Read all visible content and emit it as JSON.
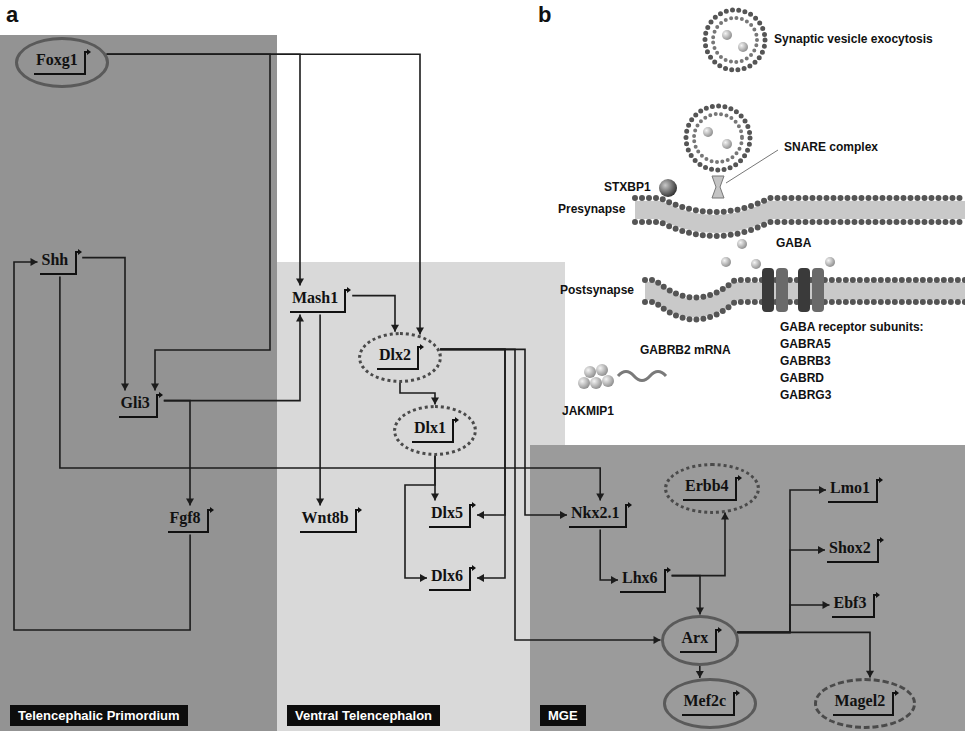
{
  "diagram": {
    "nodes": [
      {
        "text": [
          "Telencephalic Primordium"
        ]
      },
      {
        "text": [
          "Foxg1"
        ],
        "in": 0
      },
      {
        "text": [
          "Shh"
        ],
        "in": 0
      },
      {
        "text": [
          "Gli3"
        ],
        "in": 0
      },
      {
        "text": [
          "Fgf8"
        ],
        "in": 0
      },
      {
        "text": [
          "Ventral Telencephalon"
        ]
      },
      {
        "text": [
          "Mash1"
        ],
        "in": 5
      },
      {
        "text": [
          "Dlx2"
        ],
        "in": 5
      },
      {
        "text": [
          "Dlx1"
        ],
        "in": 5
      },
      {
        "text": [
          "Wnt8b"
        ],
        "in": 5
      },
      {
        "text": [
          "Dlx5"
        ],
        "in": 5
      },
      {
        "text": [
          "Dlx6"
        ],
        "in": 5
      },
      {
        "text": [
          "MGE"
        ]
      },
      {
        "text": [
          "Nkx2.1"
        ],
        "in": 12
      },
      {
        "text": [
          "Erbb4"
        ],
        "in": 12
      },
      {
        "text": [
          "Lmo1"
        ],
        "in": 12
      },
      {
        "text": [
          "Lhx6"
        ],
        "in": 12
      },
      {
        "text": [
          "Shox2"
        ],
        "in": 12
      },
      {
        "text": [
          "Ebf3"
        ],
        "in": 12
      },
      {
        "text": [
          "Arx"
        ],
        "in": 12
      },
      {
        "text": [
          "Mef2c"
        ],
        "in": 12
      },
      {
        "text": [
          "Magel2"
        ],
        "in": 12
      }
    ],
    "edges": [
      {
        "from": 1,
        "to": 3,
        "arrow": "to"
      },
      {
        "from": 1,
        "to": 6,
        "arrow": "to"
      },
      {
        "from": 1,
        "to": 7,
        "arrow": "to"
      },
      {
        "from": 2,
        "to": 3,
        "arrow": "to"
      },
      {
        "from": 2,
        "to": 13,
        "arrow": "to"
      },
      {
        "from": 3,
        "to": 4,
        "arrow": "to"
      },
      {
        "from": 3,
        "to": 6,
        "arrow": "to"
      },
      {
        "from": 4,
        "to": 2,
        "arrow": "to"
      },
      {
        "from": 6,
        "to": 7,
        "arrow": "to"
      },
      {
        "from": 6,
        "to": 9,
        "arrow": "to"
      },
      {
        "from": 7,
        "to": 8,
        "arrow": "to"
      },
      {
        "from": 7,
        "to": 10,
        "arrow": "to"
      },
      {
        "from": 7,
        "to": 11,
        "arrow": "to"
      },
      {
        "from": 8,
        "to": 10,
        "arrow": "to"
      },
      {
        "from": 8,
        "to": 11,
        "arrow": "to"
      },
      {
        "from": 7,
        "to": 19,
        "arrow": "to"
      },
      {
        "from": 7,
        "to": 13,
        "arrow": "to"
      },
      {
        "from": 13,
        "to": 16,
        "arrow": "to"
      },
      {
        "from": 16,
        "to": 19,
        "arrow": "to"
      },
      {
        "from": 16,
        "to": 14,
        "arrow": "to"
      },
      {
        "from": 19,
        "to": 15,
        "arrow": "to"
      },
      {
        "from": 19,
        "to": 17,
        "arrow": "to"
      },
      {
        "from": 19,
        "to": 18,
        "arrow": "to"
      },
      {
        "from": 19,
        "to": 20,
        "arrow": "to"
      },
      {
        "from": 19,
        "to": 21,
        "arrow": "to"
      }
    ],
    "labels": [
      "a",
      "b",
      "Synaptic vesicle exocytosis",
      "SNARE complex",
      "STXBP1",
      "Presynapse",
      "GABA",
      "Postsynapse",
      "GABA receptor subunits:",
      "GABRA5",
      "GABRB3",
      "GABRD",
      "GABRG3",
      "GABRB2 mRNA",
      "JAKMIP1"
    ]
  }
}
